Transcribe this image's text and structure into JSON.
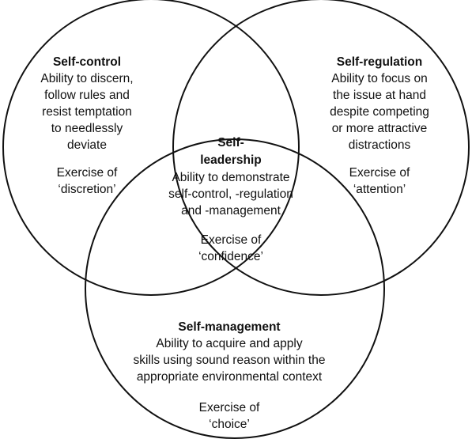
{
  "stroke_color": "#111111",
  "sets": {
    "self_control": {
      "title": "Self-control",
      "lines": [
        "Ability to discern,",
        "follow rules and",
        "resist temptation",
        "to needlessly",
        "deviate"
      ],
      "exercise_1": "Exercise of",
      "exercise_2": "‘discretion’"
    },
    "self_regulation": {
      "title": "Self-regulation",
      "lines": [
        "Ability to focus on",
        "the issue at hand",
        "despite competing",
        "or more attractive",
        "distractions"
      ],
      "exercise_1": "Exercise of",
      "exercise_2": "‘attention’"
    },
    "self_leadership": {
      "title_1": "Self-",
      "title_2": "leadership",
      "lines": [
        "Ability to demonstrate",
        "self-control, -regulation",
        "and -management"
      ],
      "exercise_1": "Exercise of",
      "exercise_2": "‘confidence’"
    },
    "self_management": {
      "title": "Self-management",
      "lines": [
        "Ability to acquire and apply",
        "skills using sound reason within the",
        "appropriate environmental context"
      ],
      "exercise_1": "Exercise of",
      "exercise_2": "‘choice’"
    }
  }
}
